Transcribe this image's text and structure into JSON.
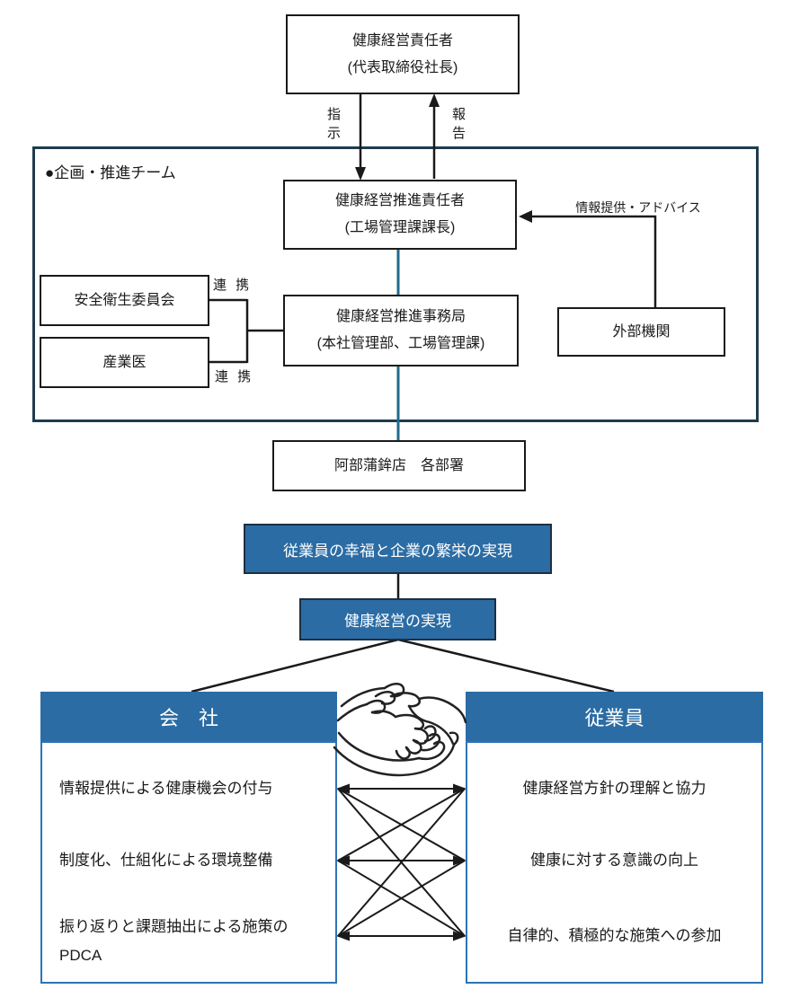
{
  "colors": {
    "accent_blue": "#2b6ca4",
    "panel_border_blue": "#2e74b5",
    "team_frame_border": "#1d3c50",
    "teal_connector": "#1f6b8c",
    "box_border": "#1a1a1a",
    "text": "#1a1a1a",
    "goal_text": "#ffffff"
  },
  "org_chart": {
    "top_officer": {
      "line1": "健康経営責任者",
      "line2": "(代表取締役社長)"
    },
    "arrow_down_label": "指示",
    "arrow_up_label": "報告",
    "team_label": "●企画・推進チーム",
    "promotion_leader": {
      "line1": "健康経営推進責任者",
      "line2": "(工場管理課課長)"
    },
    "safety_committee": "安全衛生委員会",
    "occupational_doctor": "産業医",
    "renkei_top": "連 携",
    "renkei_bottom": "連 携",
    "secretariat": {
      "line1": "健康経営推進事務局",
      "line2": "(本社管理部、工場管理課)"
    },
    "external_org": "外部機関",
    "external_arrow_label": "情報提供・アドバイス",
    "departments": "阿部蒲鉾店　各部署"
  },
  "goals": {
    "goal1": "従業員の幸福と企業の繁栄の実現",
    "goal2": "健康経営の実現"
  },
  "panels": {
    "company": {
      "title": "会　社",
      "items": [
        "情報提供による健康機会の付与",
        "制度化、仕組化による環境整備",
        "振り返りと課題抽出による施策のPDCA"
      ]
    },
    "employee": {
      "title": "従業員",
      "items": [
        "健康経営方針の理解と協力",
        "健康に対する意識の向上",
        "自律的、積極的な施策への参加"
      ]
    }
  },
  "icons": {
    "handshake": "handshake-icon"
  }
}
